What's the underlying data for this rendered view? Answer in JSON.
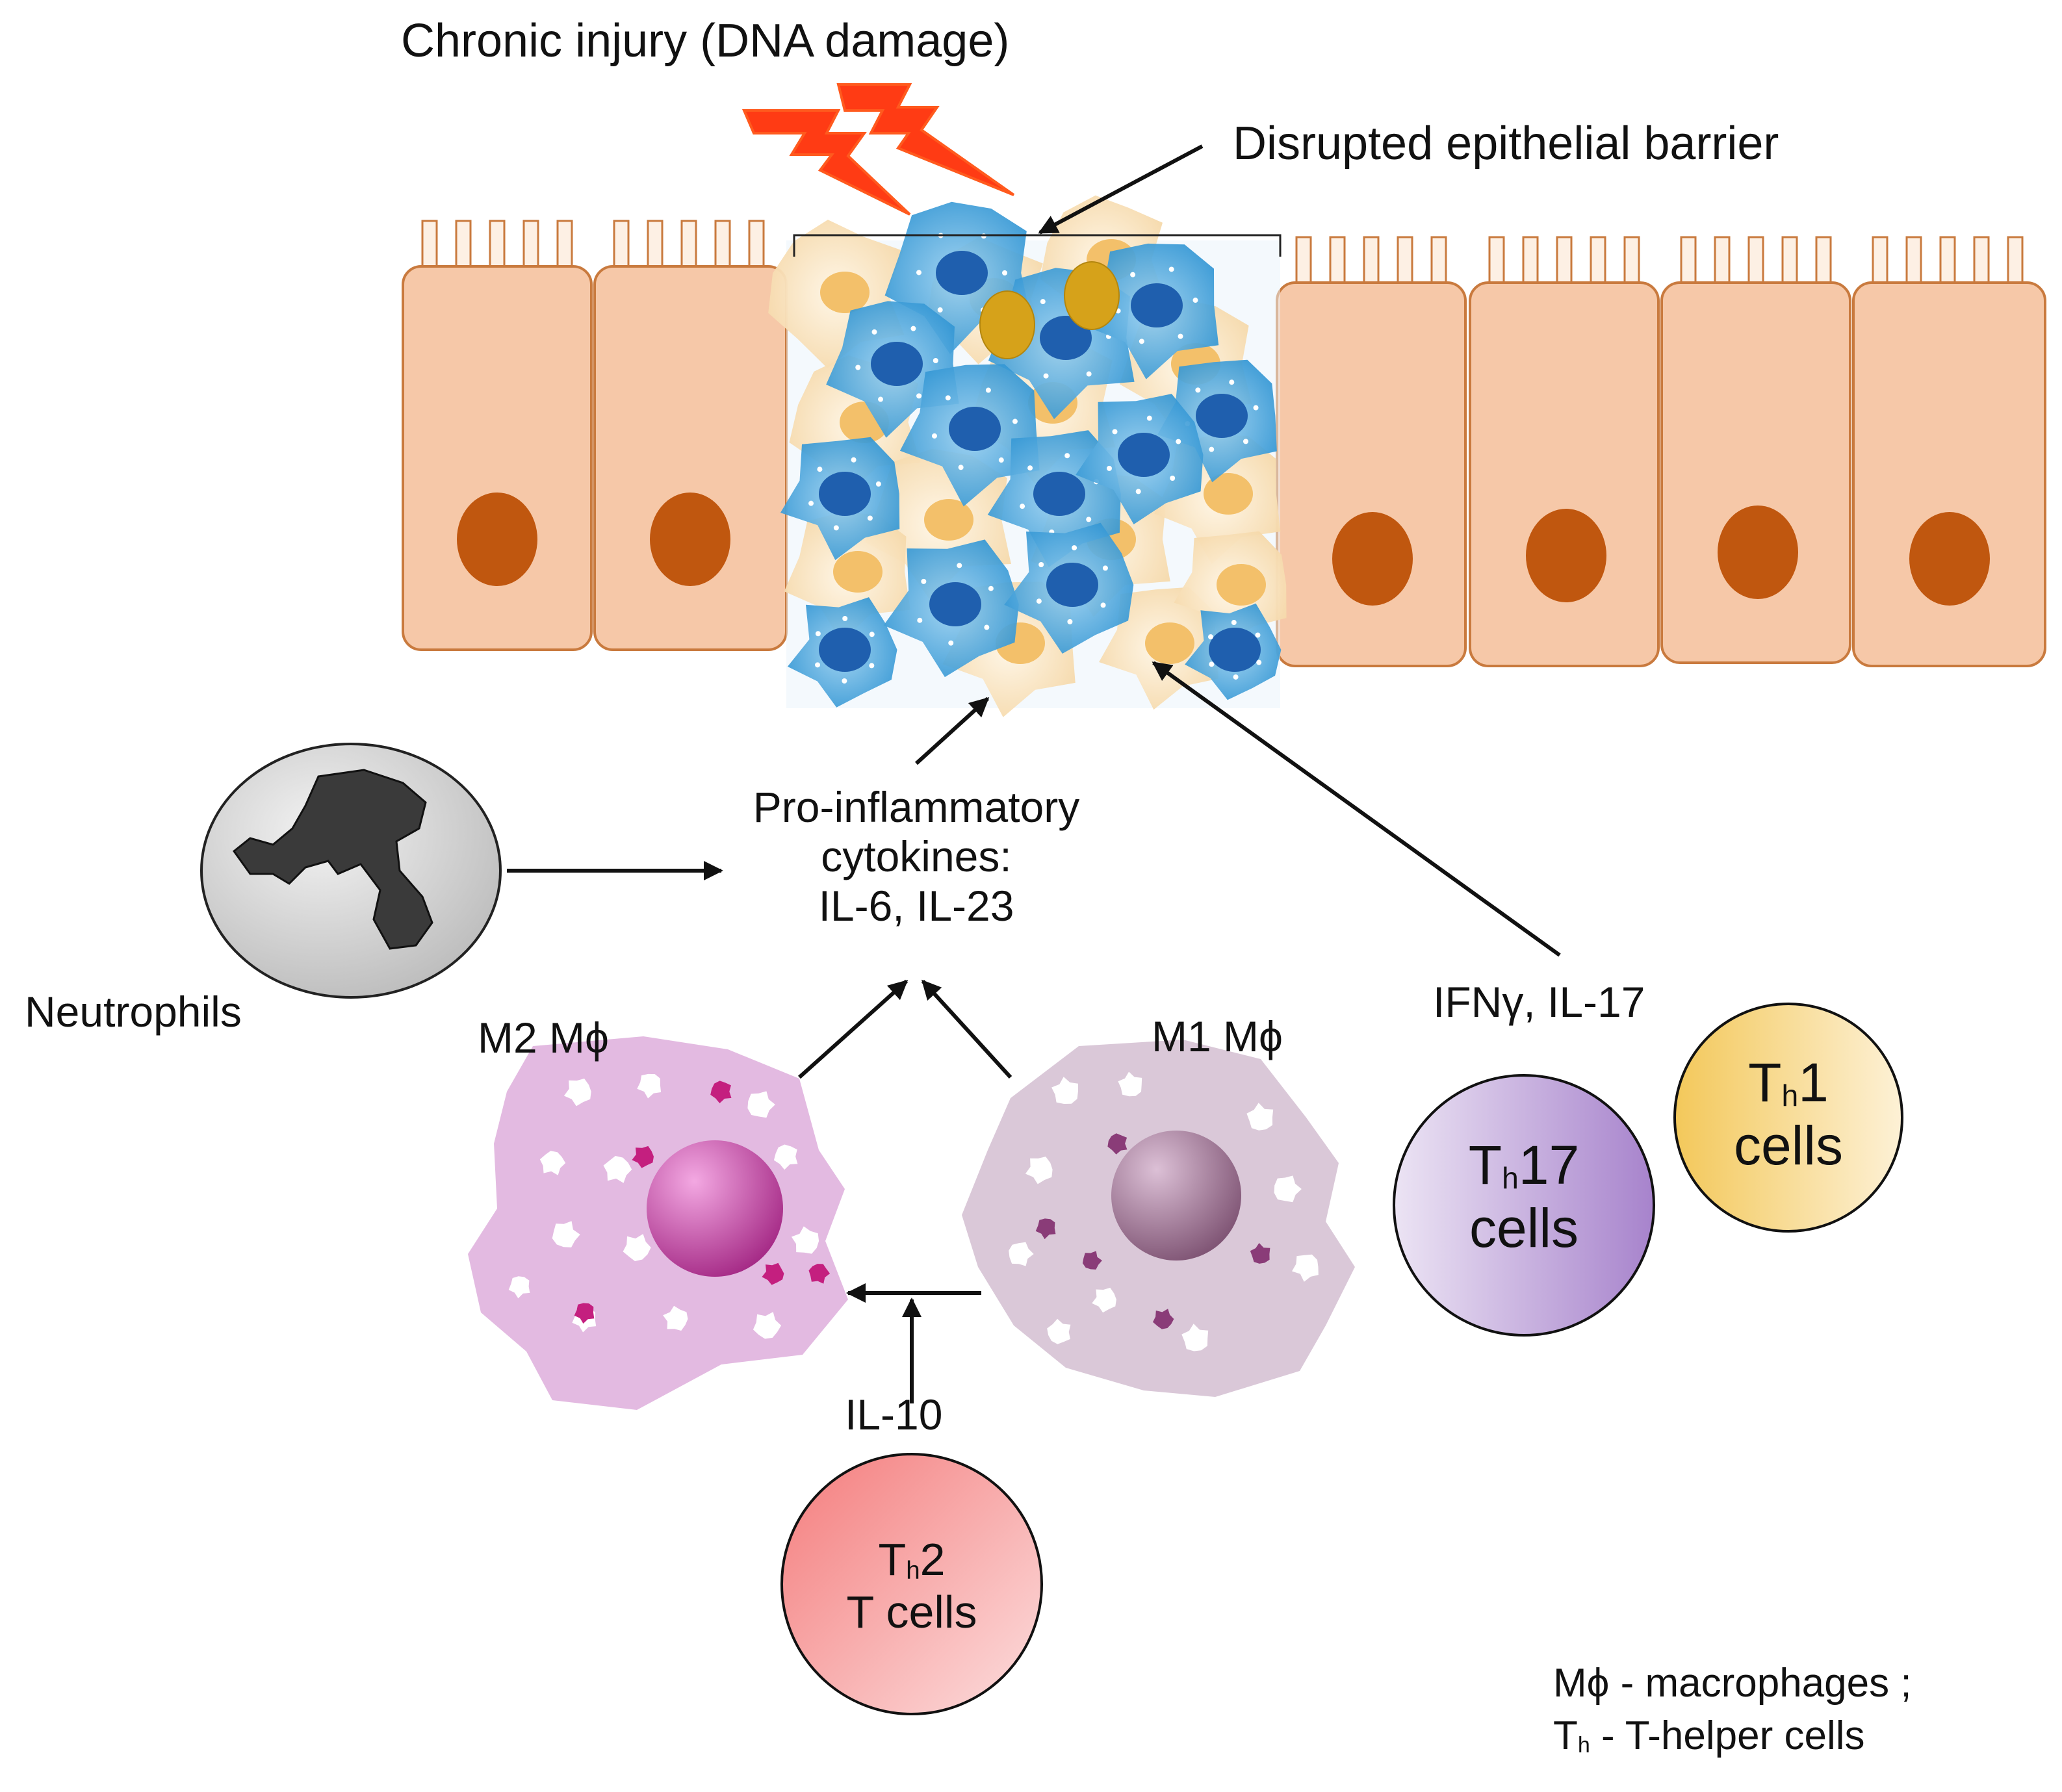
{
  "labels": {
    "chronic_injury": "Chronic injury (DNA damage)",
    "disrupted_barrier": "Disrupted epithelial barrier",
    "cytokines_line1": "Pro-inflammatory",
    "cytokines_line2": "cytokines:",
    "cytokines_line3": "IL-6, IL-23",
    "neutrophils": "Neutrophils",
    "m2_macrophage": "M2 Mϕ",
    "m1_macrophage": "M1 Mϕ",
    "ifng_il17": "IFNγ, IL-17",
    "il10": "IL-10"
  },
  "cells": {
    "th17": {
      "main": "T",
      "sub": "h",
      "suffix": "17",
      "line2": "cells"
    },
    "th1": {
      "main": "T",
      "sub": "h",
      "suffix": "1",
      "line2": "cells"
    },
    "th2": {
      "main": "T",
      "sub": "h",
      "suffix": "2",
      "line2": "T cells"
    }
  },
  "legend": {
    "line1": "Mϕ  - macrophages ;",
    "line2_main": "T",
    "line2_sub": "h",
    "line2_rest": "  - T-helper cells"
  },
  "colors": {
    "epithelial_fill": "#f6c8a8",
    "epithelial_stroke": "#c97a3e",
    "epithelial_nucleus": "#c0570f",
    "lightning": "#ff3b14",
    "immune_blue": "#2f8fd0",
    "immune_yellow": "#f3c06a",
    "neutrophil_fill": "#d9d9d9",
    "neutrophil_nucleus": "#3a3a3a",
    "m2_fill": "#e0b3de",
    "m2_nucleus": "#c2409e",
    "m1_fill": "#d6c2d4",
    "m1_nucleus": "#9a6b8d",
    "th17_fill": "#b596d6",
    "th1_fill": "#f7d77c",
    "th2_fill": "#f68f8f"
  }
}
